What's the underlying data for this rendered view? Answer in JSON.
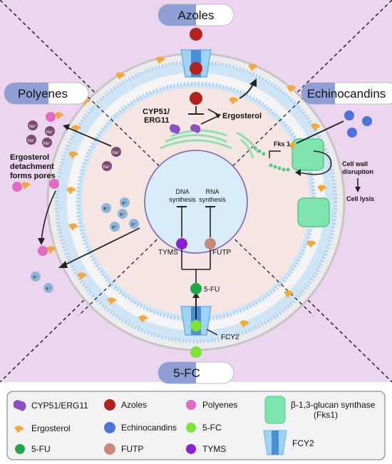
{
  "drugs": {
    "azoles": "Azoles",
    "polyenes": "Polyenes",
    "echinocandins": "Echinocandins",
    "fc5": "5-FC"
  },
  "cell": {
    "cyp51_line1": "CYP51/",
    "cyp51_line2": "ERG11",
    "ergosterol": "Ergosterol",
    "fks1": "Fks 1",
    "cell_wall_line1": "Cell wall",
    "cell_wall_line2": "disruption",
    "cell_lysis": "Cell lysis",
    "pores_line1": "Ergosterol",
    "pores_line2": "detachment",
    "pores_line3": "forms pores",
    "dna_line1": "DNA",
    "dna_line2": "synthesis",
    "rna_line1": "RNA",
    "rna_line2": "synthesis",
    "tyms": "TYMS",
    "futp": "FUTP",
    "fu5": "5-FU",
    "fcy2": "FCY2",
    "na": "Na⁺",
    "k": "K⁺"
  },
  "legend": {
    "cyp51": "CYP51/ERG11",
    "azoles": "Azoles",
    "polyenes": "Polyenes",
    "glucan_line1": "β-1,3-glucan synthase",
    "glucan_line2": "(Fks1)",
    "ergosterol": "Ergosterol",
    "echinocandins": "Echinocandins",
    "fc5": "5-FC",
    "fu5": "5-FU",
    "futp": "FUTP",
    "tyms": "TYMS",
    "fcy2": "FCY2"
  },
  "colors": {
    "background": "#ecd5ef",
    "azole": "#b3211d",
    "polyene": "#e26ac4",
    "echinocandin": "#4f73d8",
    "fc5": "#7de33a",
    "fu5": "#1fa84a",
    "futp": "#c9877a",
    "tyms": "#8a1fd6",
    "ergosterol": "#f2a93b",
    "cyp51": "#8a4fc2",
    "glucan": "#7fe3ad",
    "fcy2": "#9fd2f5",
    "ion": "#8fb6d8"
  }
}
